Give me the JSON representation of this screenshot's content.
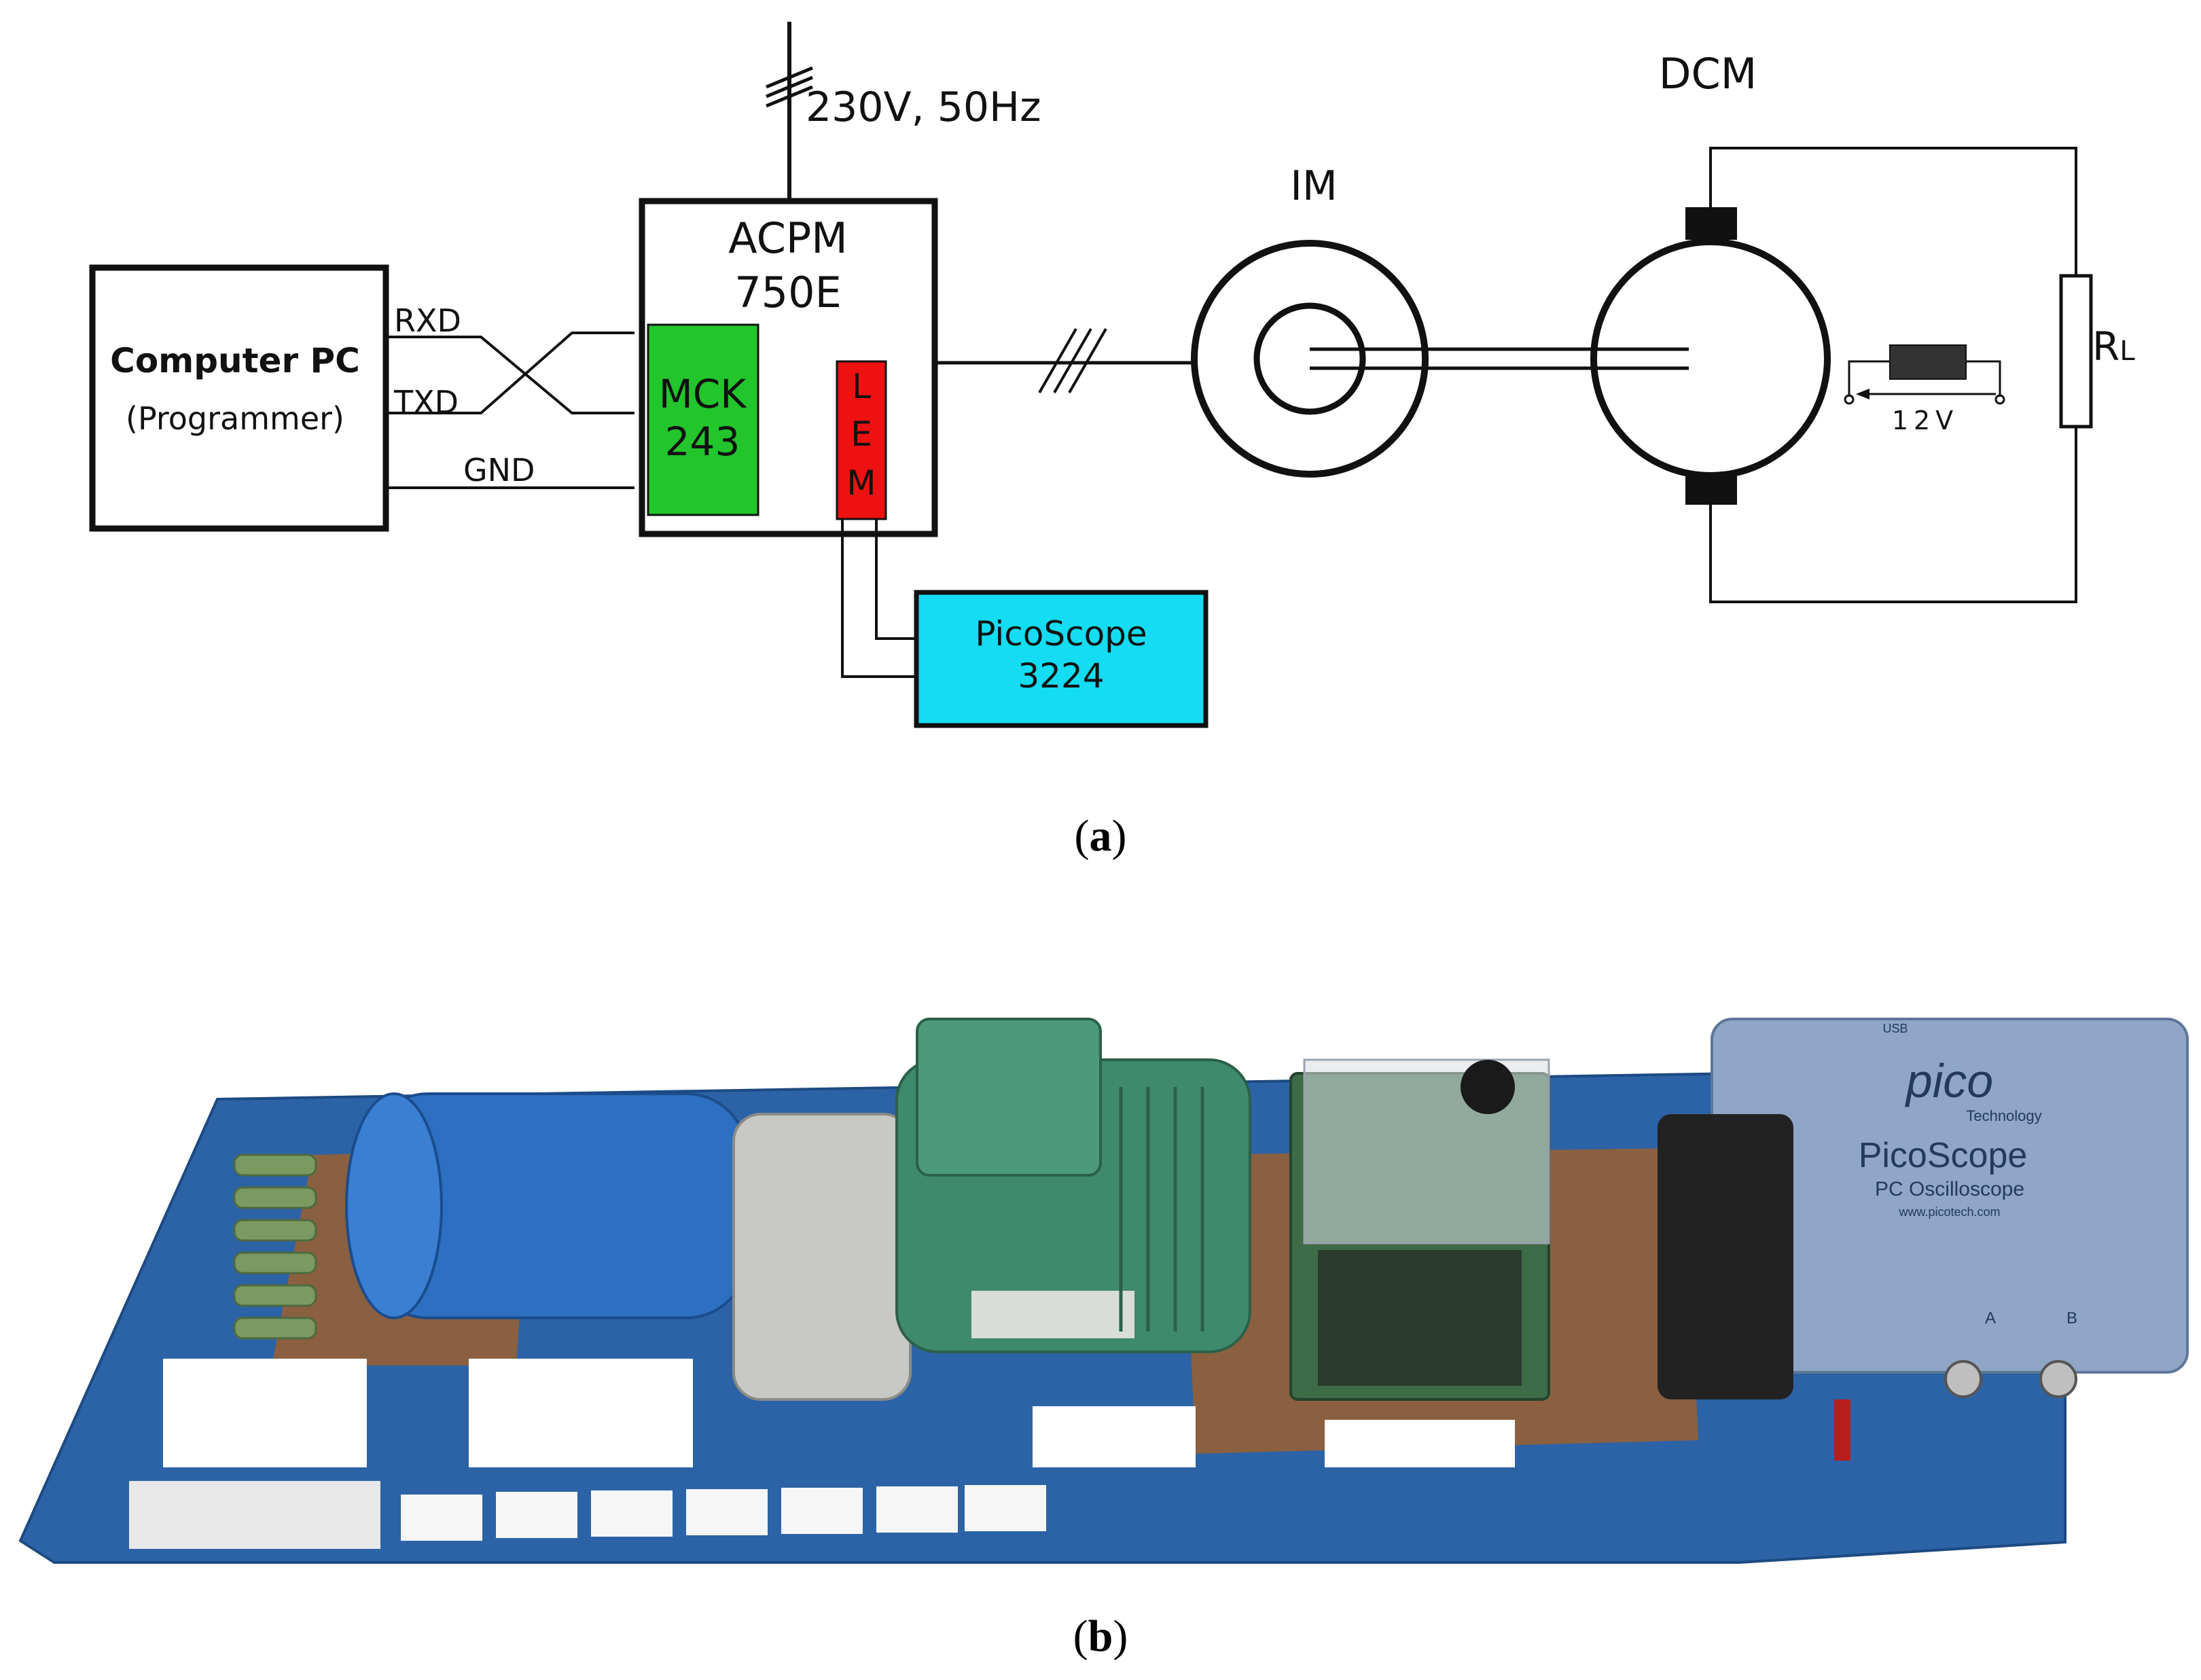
{
  "diagram": {
    "supply_label": "230V, 50Hz",
    "dcm_label": "DCM",
    "im_label": "IM",
    "acpm": {
      "line1": "ACPM",
      "line2": "750E"
    },
    "pc": {
      "title": "Computer PC",
      "subtitle": "(Programmer)"
    },
    "signals": {
      "rxd": "RXD",
      "txd": "TXD",
      "gnd": "GND"
    },
    "mck": {
      "line1": "MCK",
      "line2": "243"
    },
    "lem": {
      "l": "L",
      "e": "E",
      "m": "M"
    },
    "picoscope": {
      "line1": "PicoScope",
      "line2": "3224"
    },
    "resistor": {
      "main": "R",
      "sub": "L"
    },
    "excitation_label": "12V",
    "colors": {
      "mck": "#22c52b",
      "lem": "#ee1111",
      "picoscope": "#14dcf2",
      "line": "#111111"
    }
  },
  "captions": {
    "a": {
      "open": "(",
      "letter": "a",
      "close": ")"
    },
    "b": {
      "open": "(",
      "letter": "b",
      "close": ")"
    }
  },
  "photo": {
    "scope_brand": "pico",
    "scope_maker": "Technology",
    "scope_name": "PicoScope",
    "scope_sub": "PC Oscilloscope",
    "scope_url": "www.picotech.com",
    "channel_a": "A",
    "channel_b": "B",
    "usb": "USB",
    "colors": {
      "frame": "#2c63a6",
      "dc_motor": "#2d6fc0",
      "induction_motor": "#3f8a6d",
      "scope": "#8fa6c6",
      "wood": "#8a6040"
    }
  }
}
